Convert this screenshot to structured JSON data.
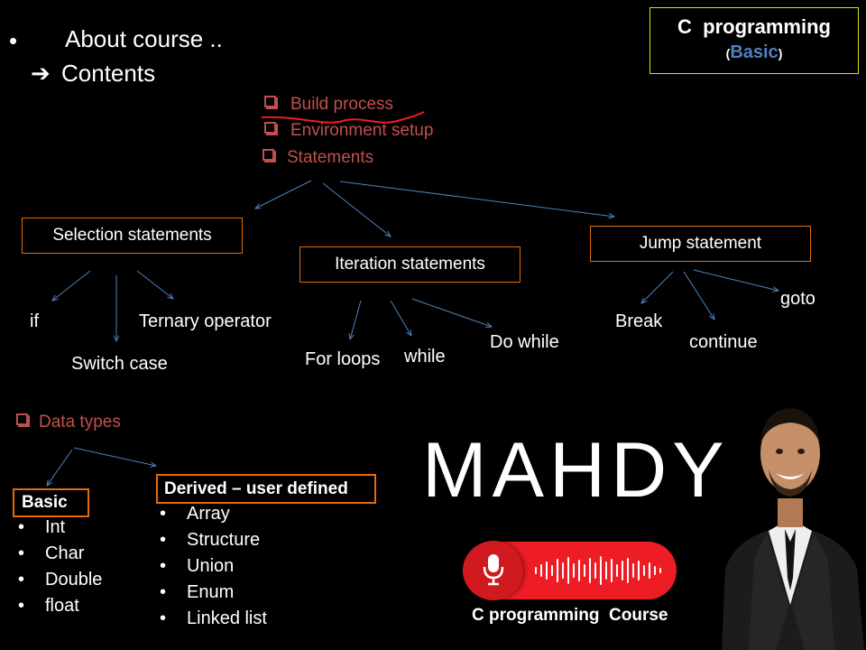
{
  "header": {
    "about": "About course ..",
    "contents": "Contents"
  },
  "badge": {
    "line1": "C  programming",
    "open": "(",
    "basic": "Basic",
    "close": ")"
  },
  "checklist": [
    "Build process",
    "Environment setup",
    "Statements"
  ],
  "statements": {
    "selection": "Selection statements",
    "iteration": "Iteration statements",
    "jump": "Jump statement"
  },
  "selection_items": {
    "if": "if",
    "switch": "Switch case",
    "ternary": "Ternary operator"
  },
  "iteration_items": {
    "for": "For loops",
    "while": "while",
    "do_while": "Do while"
  },
  "jump_items": {
    "break": "Break",
    "continue": "continue",
    "goto": "goto"
  },
  "data_types": {
    "label": "Data types",
    "basic_label": "Basic",
    "basic": [
      "Int",
      "Char",
      "Double",
      "float"
    ],
    "derived_label": "Derived – user defined",
    "derived": [
      "Array",
      "Structure",
      "Union",
      "Enum",
      "Linked list"
    ]
  },
  "branding": {
    "name": "MAHDY",
    "course": "C programming  Course"
  },
  "colors": {
    "accent_red": "#c0504d",
    "box_orange": "#e46c0a",
    "badge_border": "#e0e000",
    "basic_blue": "#4f81bd",
    "arrow_blue": "#4f81bd",
    "mic_red": "#ee1c24"
  }
}
